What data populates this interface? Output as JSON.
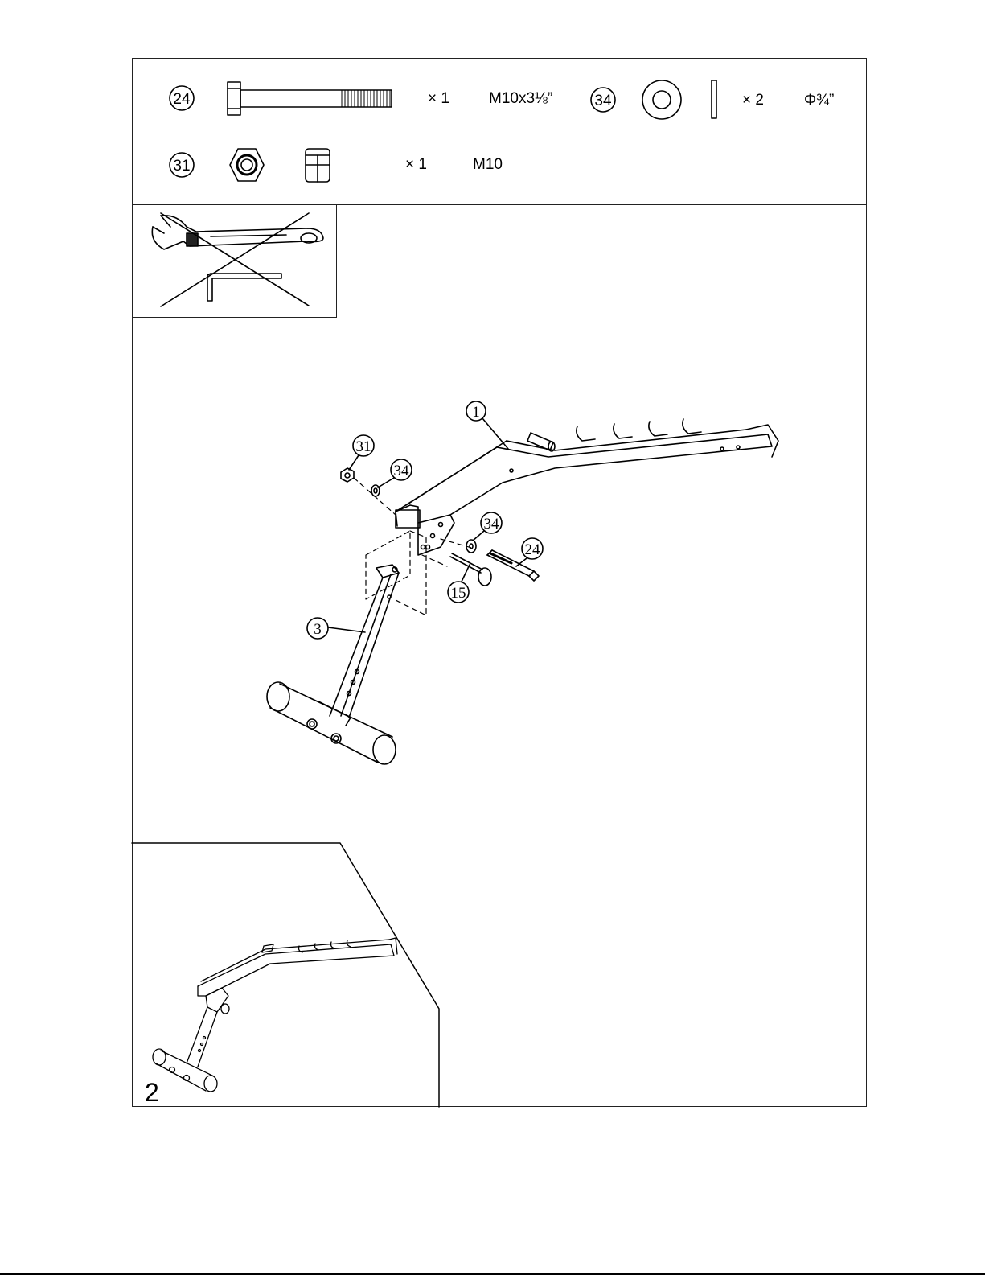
{
  "hardware": [
    {
      "id": "24",
      "qty": "× 1",
      "spec": "M10x3⅛”"
    },
    {
      "id": "34",
      "qty": "× 2",
      "spec": "Φ¾”"
    },
    {
      "id": "31",
      "qty": "× 1",
      "spec": "M10"
    }
  ],
  "tool_icons": [
    "wrench-icon",
    "allen-key-icon"
  ],
  "callouts": {
    "c1": "1",
    "c3": "3",
    "c15": "15",
    "c24": "24",
    "c31": "31",
    "c34a": "34",
    "c34b": "34"
  },
  "step": "2"
}
